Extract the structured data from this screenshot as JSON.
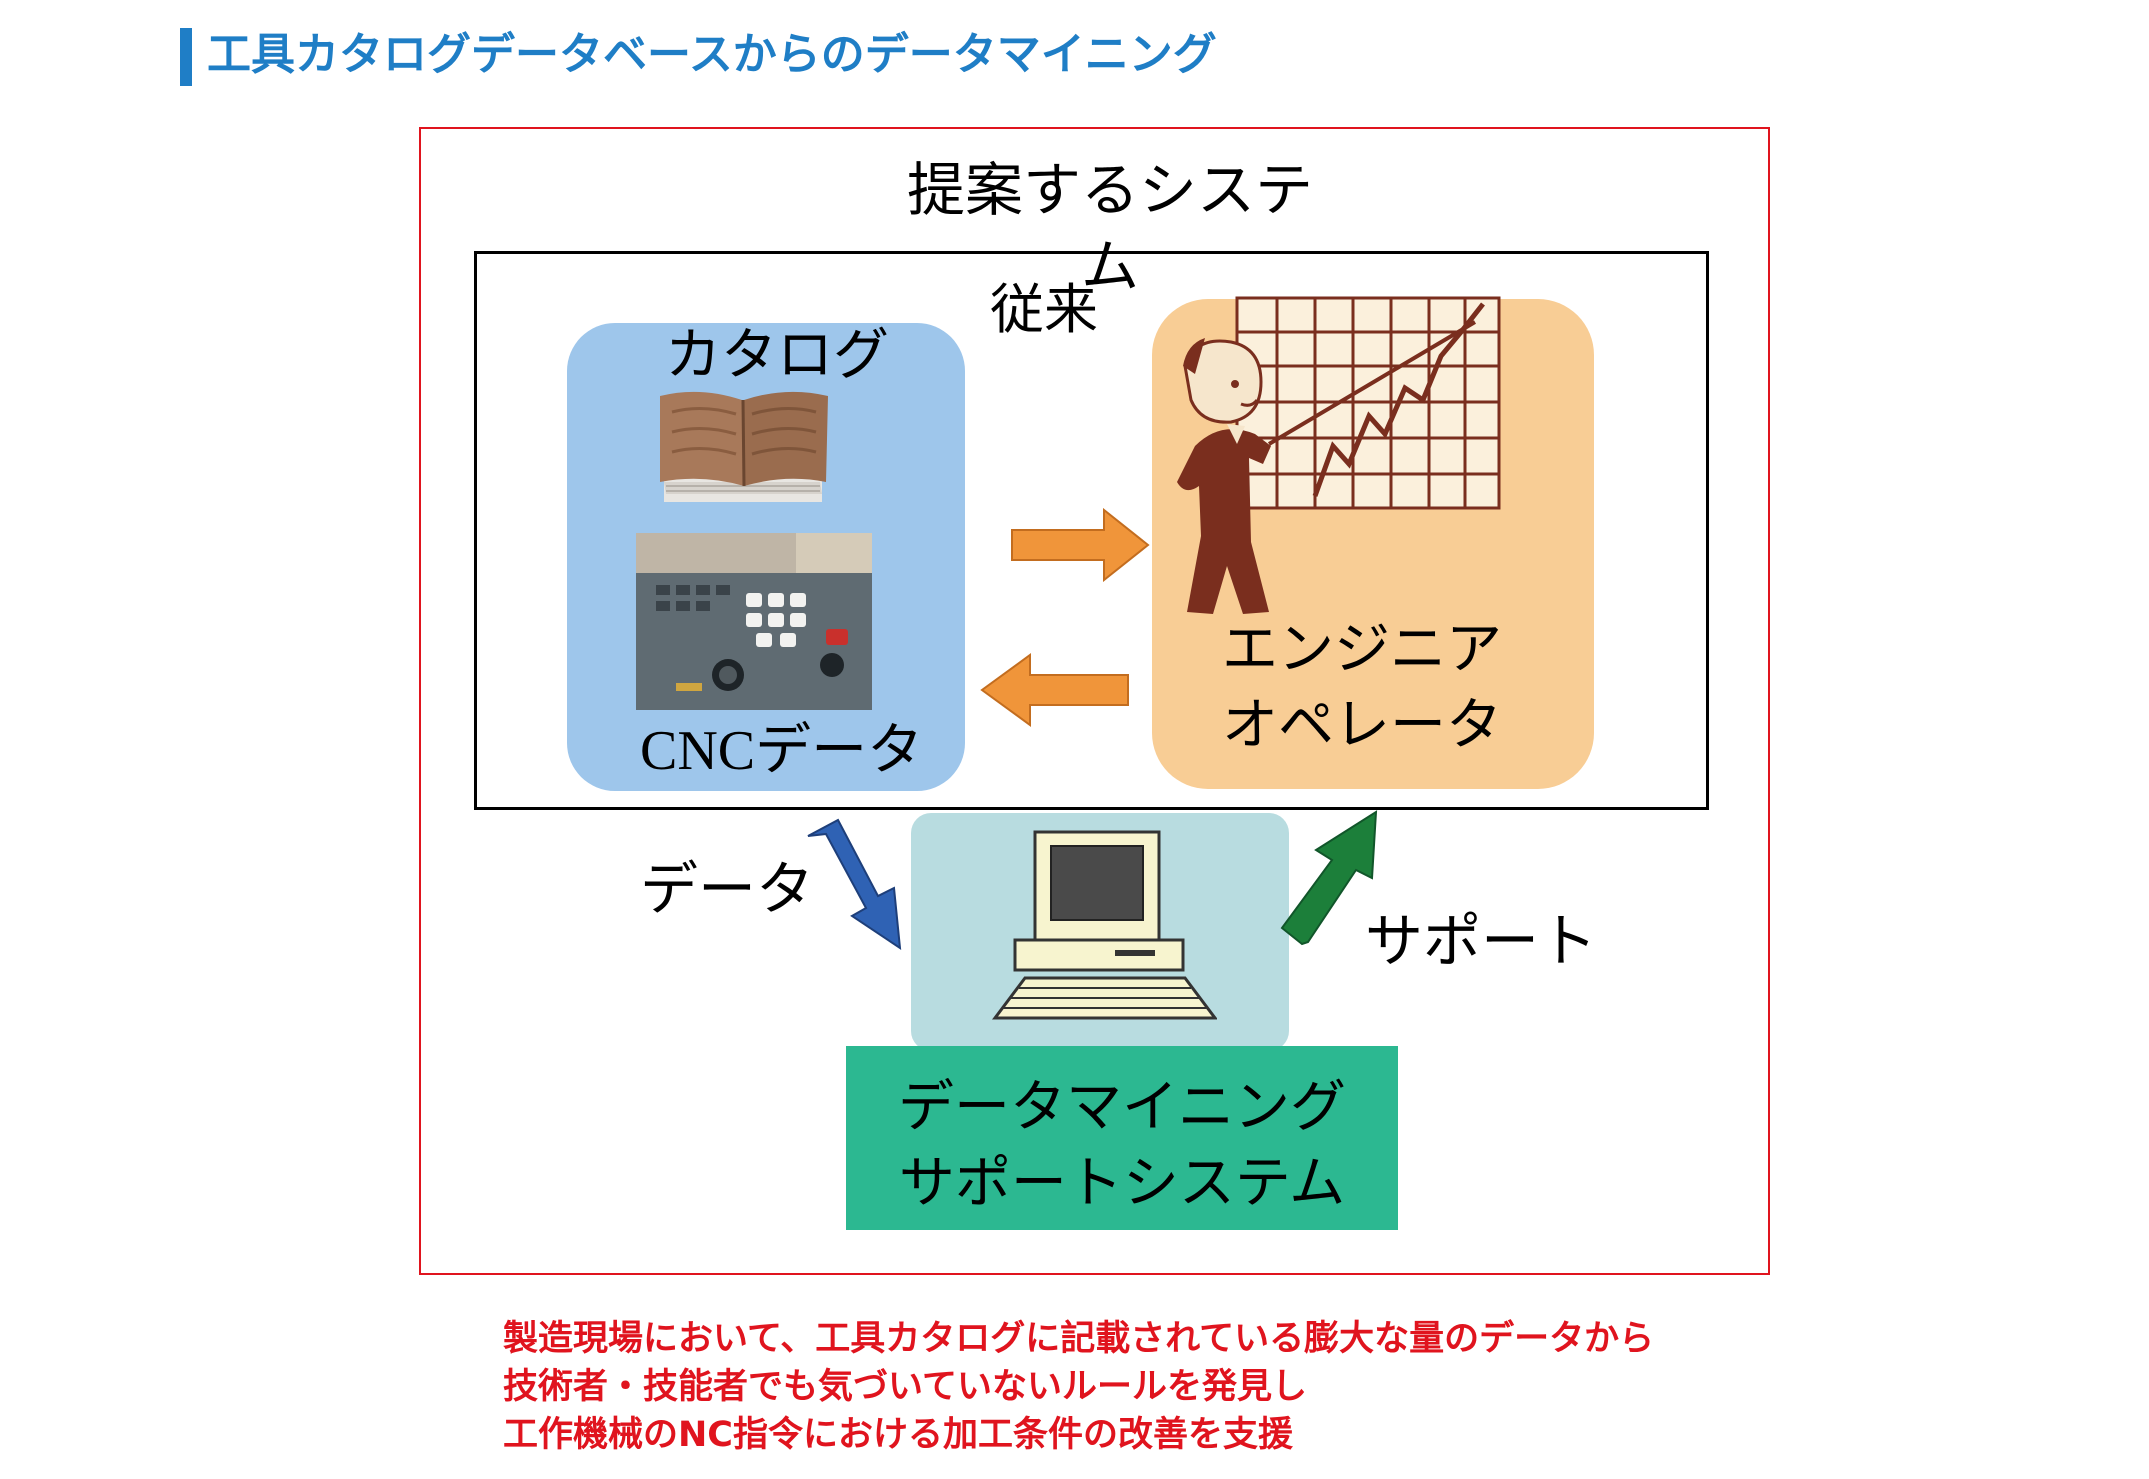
{
  "header": {
    "title": "工具カタログデータベースからのデータマイニング"
  },
  "diagram": {
    "system_title": "提案するシステム",
    "conventional_label": "従来",
    "catalog_label": "カタログ",
    "cnc_label": "CNCデータ",
    "engineer_label_line1": "エンジニア",
    "engineer_label_line2": "オペレータ",
    "data_label": "データ",
    "support_label": "サポート",
    "dm_system_line1": "データマイニング",
    "dm_system_line2": "サポートシステム"
  },
  "caption": {
    "line1": "製造現場において、工具カタログに記載されている膨大な量のデータから",
    "line2": "技術者・技能者でも気づいていないルールを発見し",
    "line3": "工作機械のNC指令における加工条件の改善を支援"
  },
  "colors": {
    "accent_blue": "#1f7ec6",
    "frame_red": "#e0141e",
    "panel_blue": "#9ec6eb",
    "panel_orange": "#f8cd95",
    "arrow_orange": "#f0953a",
    "arrow_blue": "#2f62b4",
    "arrow_green": "#1c7f3a",
    "computer_panel": "#b8dce0",
    "dm_green": "#2cb891"
  }
}
